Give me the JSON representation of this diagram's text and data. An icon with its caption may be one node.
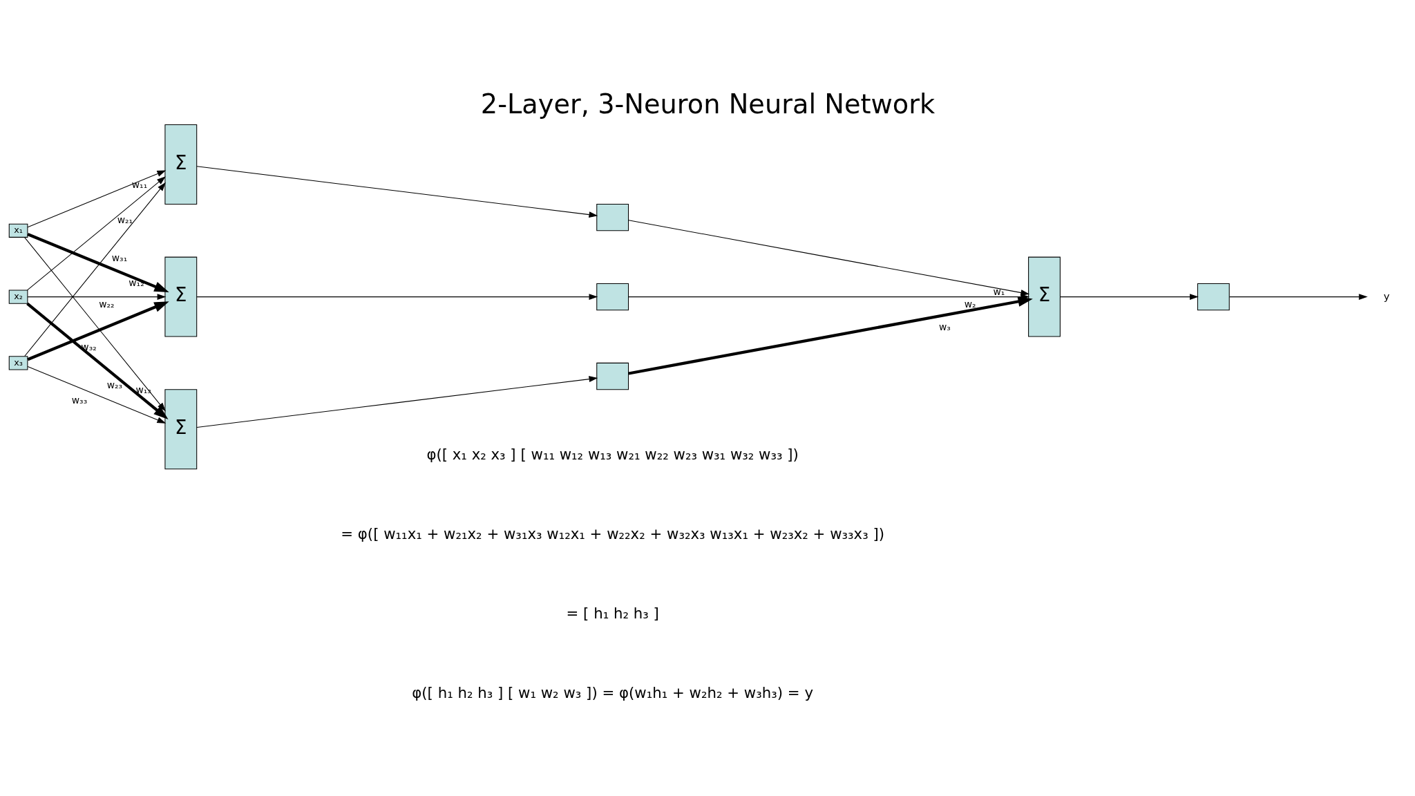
{
  "diagram": {
    "title": "2-Layer, 3-Neuron Neural Network",
    "nodes": [
      {
        "text": [
          "x₁"
        ]
      },
      {
        "text": [
          "x₂"
        ]
      },
      {
        "text": [
          "x₃"
        ]
      },
      {
        "text": [
          "Σ"
        ]
      },
      {
        "text": [
          "Σ"
        ]
      },
      {
        "text": [
          "Σ"
        ]
      },
      {
        "text": [],
        "shape": "box"
      },
      {
        "text": [],
        "shape": "box"
      },
      {
        "text": [],
        "shape": "box"
      },
      {
        "text": [
          "Σ"
        ]
      },
      {
        "text": [],
        "shape": "box"
      },
      {
        "text": [
          "y"
        ]
      }
    ],
    "edges": [
      {
        "from": 0,
        "to": 3,
        "arrow": "to",
        "label": "w₁₁"
      },
      {
        "from": 1,
        "to": 3,
        "arrow": "to",
        "label": "w₂₁"
      },
      {
        "from": 2,
        "to": 3,
        "arrow": "to",
        "label": "w₃₁"
      },
      {
        "from": 0,
        "to": 4,
        "arrow": "to",
        "label": "w₁₂",
        "style": "thick"
      },
      {
        "from": 1,
        "to": 4,
        "arrow": "to",
        "label": "w₂₂"
      },
      {
        "from": 2,
        "to": 4,
        "arrow": "to",
        "label": "w₃₂",
        "style": "thick"
      },
      {
        "from": 0,
        "to": 5,
        "arrow": "to",
        "label": "w₁₃"
      },
      {
        "from": 1,
        "to": 5,
        "arrow": "to",
        "label": "w₂₃",
        "style": "thick"
      },
      {
        "from": 2,
        "to": 5,
        "arrow": "to",
        "label": "w₃₃"
      },
      {
        "from": 3,
        "to": 6,
        "arrow": "to"
      },
      {
        "from": 4,
        "to": 7,
        "arrow": "to"
      },
      {
        "from": 5,
        "to": 8,
        "arrow": "to"
      },
      {
        "from": 6,
        "to": 9,
        "arrow": "to",
        "label": "w₁"
      },
      {
        "from": 7,
        "to": 9,
        "arrow": "to",
        "label": "w₂"
      },
      {
        "from": 8,
        "to": 9,
        "arrow": "to",
        "label": "w₃",
        "style": "thick"
      },
      {
        "from": 9,
        "to": 10,
        "arrow": "to"
      },
      {
        "from": 10,
        "to": 11,
        "arrow": "to"
      }
    ],
    "labels": [
      "φ([ x₁ x₂ x₃ ] [ w₁₁ w₁₂ w₁₃ w₂₁ w₂₂ w₂₃ w₃₁ w₃₂ w₃₃ ])",
      "= φ([ w₁₁x₁ + w₂₁x₂ + w₃₁x₃ w₁₂x₁ + w₂₂x₂ + w₃₂x₃ w₁₃x₁ + w₂₃x₂ + w₃₃x₃ ])",
      "= [ h₁ h₂ h₃ ]",
      "φ([ h₁ h₂ h₃ ] [ w₁ w₂ w₃ ]) = φ(w₁h₁ + w₂h₂ + w₃h₃) = y"
    ]
  }
}
